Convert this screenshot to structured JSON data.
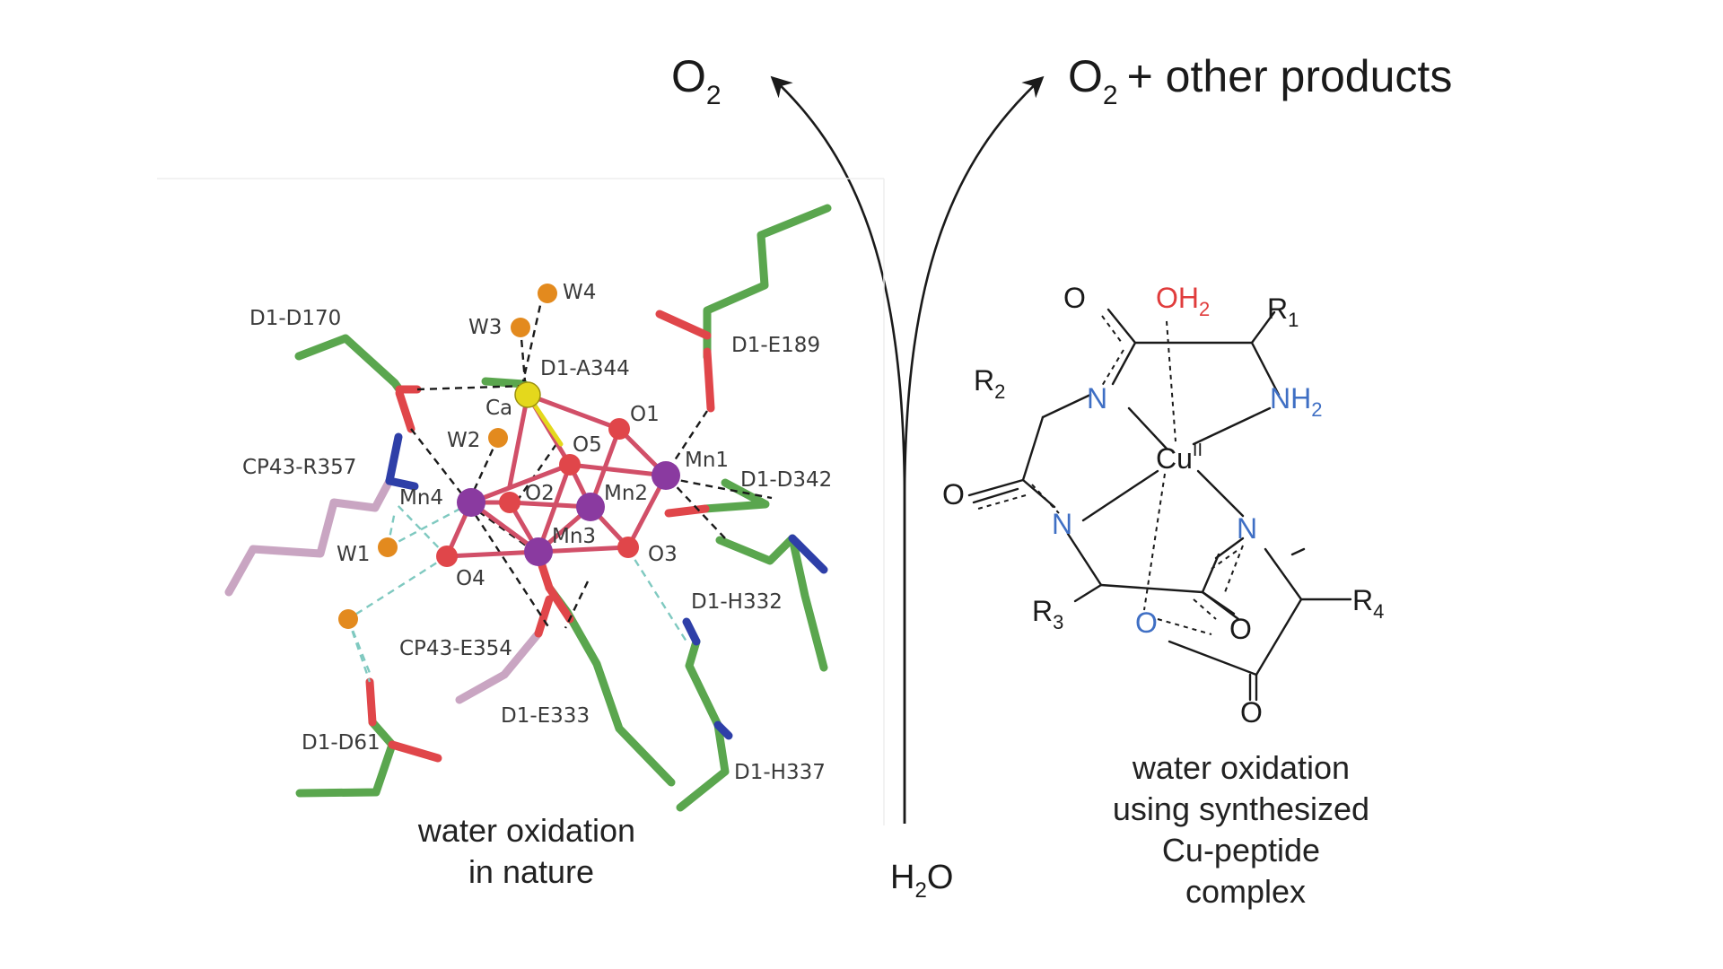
{
  "top": {
    "left_product": {
      "main": "O",
      "sub": "2"
    },
    "right_product": {
      "main": "O",
      "sub": "2",
      "rest": "+ other products"
    },
    "reactant": {
      "pre": "H",
      "sub": "2",
      "post": "O"
    }
  },
  "nature_structure": {
    "caption_lines": [
      "water oxidation",
      "in nature"
    ],
    "labels": {
      "d1_d170": "D1-D170",
      "w4": "W4",
      "w3": "W3",
      "d1_a344": "D1-A344",
      "ca": "Ca",
      "d1_e189": "D1-E189",
      "o1": "O1",
      "w2": "W2",
      "o5": "O5",
      "mn1": "Mn1",
      "cp43_r357": "CP43-R357",
      "d1_d342": "D1-D342",
      "mn4": "Mn4",
      "o2": "O2",
      "mn2": "Mn2",
      "mn3": "Mn3",
      "w1": "W1",
      "o3": "O3",
      "o4": "O4",
      "d1_h332": "D1-H332",
      "cp43_e354": "CP43-E354",
      "d1_e333": "D1-E333",
      "d1_d61": "D1-D61",
      "d1_h337": "D1-H337"
    },
    "colors": {
      "carbon": "#5aa64e",
      "oxygen": "#e0464a",
      "nitrogen": "#2e3fa8",
      "cp43_carbon": "#c9a5c2",
      "manganese": "#8a3aa0",
      "calcium": "#e4d81c",
      "water": "#e38a1e",
      "cluster_bond": "#d14f68",
      "hbond_water": "#7fc9c0"
    }
  },
  "cu_complex": {
    "caption_lines": [
      "water oxidation",
      "using synthesized",
      "Cu-peptide",
      "complex"
    ],
    "atoms": {
      "o_top": "O",
      "oh2": {
        "main": "OH",
        "sub": "2"
      },
      "r1": {
        "main": "R",
        "sub": "1"
      },
      "r2": {
        "main": "R",
        "sub": "2"
      },
      "n_top": "N",
      "nh2": {
        "main": "NH",
        "sub": "2"
      },
      "cu": {
        "main": "Cu",
        "sup": "II"
      },
      "o_left": "O",
      "n_left": "N",
      "n_right": "N",
      "r3": {
        "main": "R",
        "sub": "3"
      },
      "r4": {
        "main": "R",
        "sub": "4"
      },
      "o_carboxylate": "O",
      "o_carbonyl": "O",
      "o_bottom": "O"
    },
    "colors": {
      "oxygen_water": "#e03c3c",
      "nitrogen": "#3f6fc4",
      "bond": "#1a1a1a"
    }
  }
}
